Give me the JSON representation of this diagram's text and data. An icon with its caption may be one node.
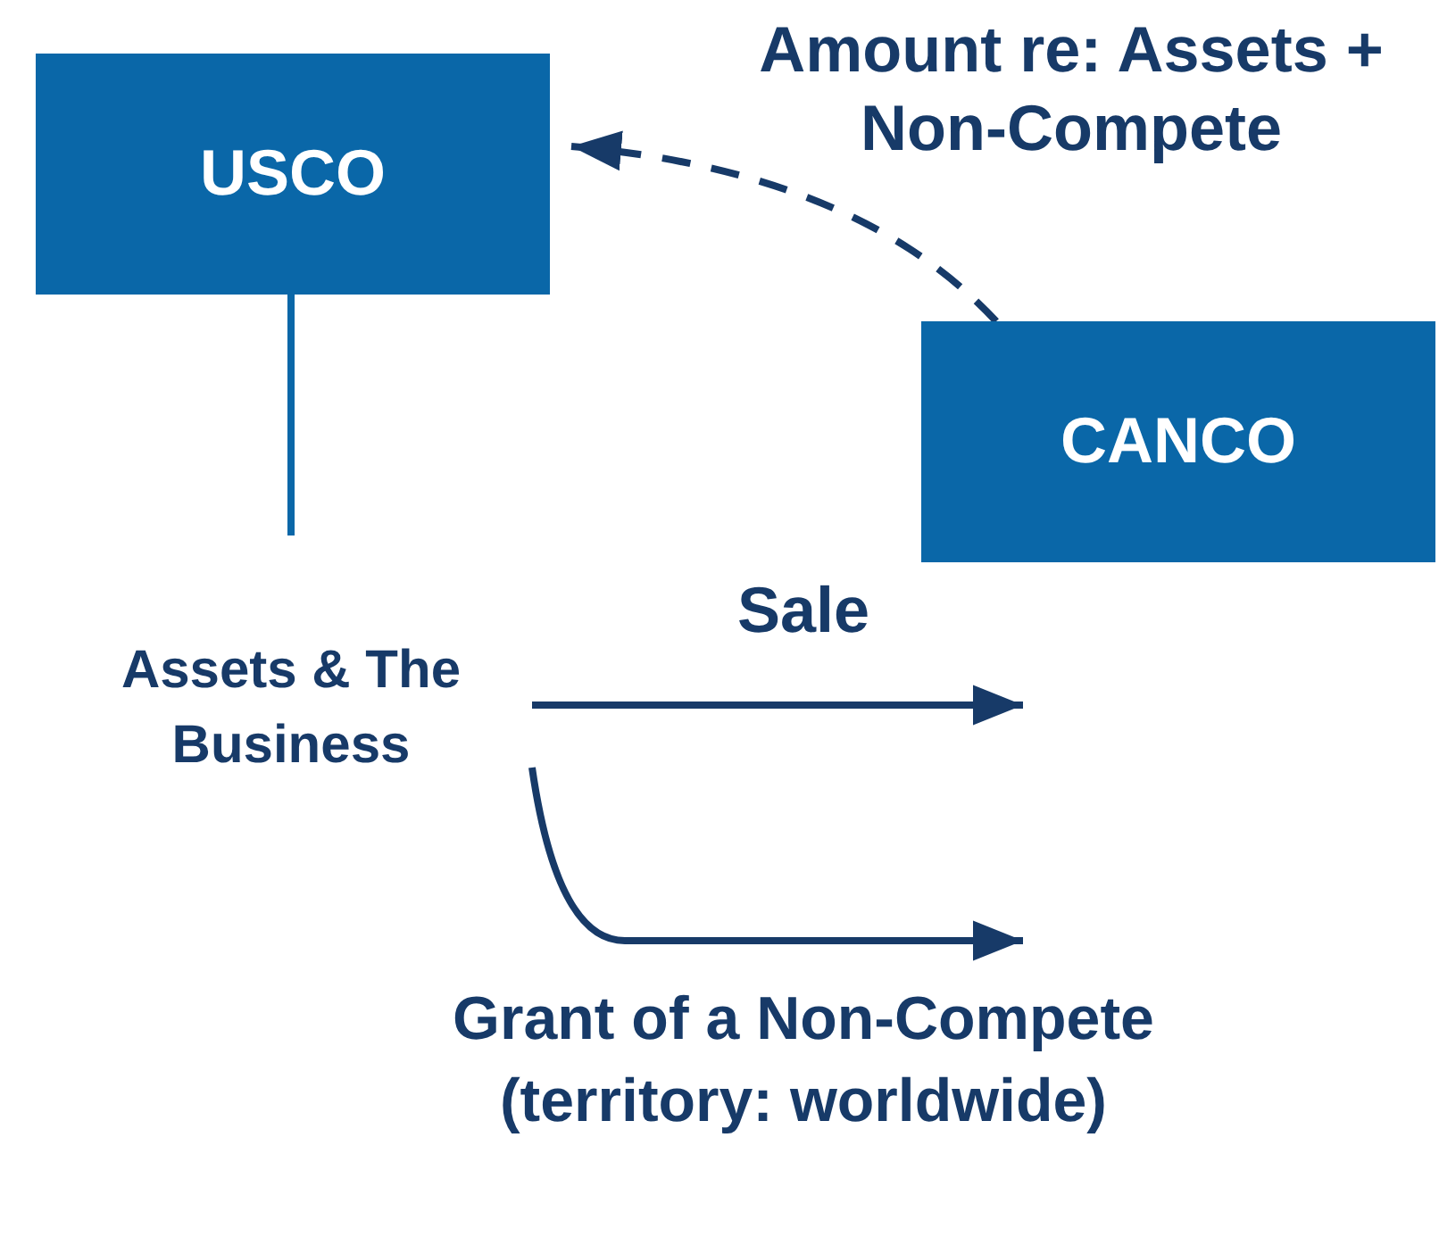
{
  "diagram": {
    "nodes": [
      {
        "text": [
          "USCO"
        ]
      },
      {
        "text": [
          "CANCO"
        ]
      },
      {
        "text": [
          "Assets & The Business"
        ]
      }
    ],
    "edges": [
      {
        "from": 1,
        "to": 0,
        "arrow": "to",
        "style": "dashed",
        "label": "Amount re: Assets + Non-Compete"
      },
      {
        "from": 0,
        "to": 2,
        "arrow": "none",
        "color": "#0a67a8"
      },
      {
        "from": 2,
        "to": null,
        "arrow": "to",
        "label": "Sale"
      },
      {
        "from": 2,
        "to": null,
        "arrow": "to",
        "label": "Grant of a Non-Compete (territory: worldwide)"
      }
    ]
  }
}
